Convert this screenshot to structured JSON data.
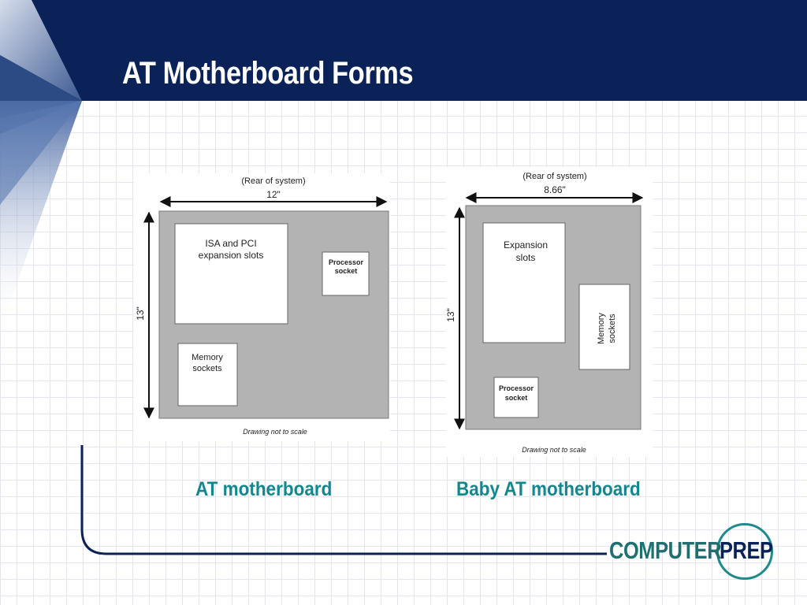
{
  "slide": {
    "title": "AT Motherboard Forms"
  },
  "colors": {
    "header": "#0b2259",
    "caption": "#14878e",
    "board_fill": "#b3b3b3",
    "logo_teal": "#1f6f70",
    "logo_navy": "#0b2259"
  },
  "diagrams": {
    "at": {
      "rear_label": "(Rear of system)",
      "width_label": "12\"",
      "height_label": "13\"",
      "slots_line1": "ISA and PCI",
      "slots_line2": "expansion slots",
      "processor_line1": "Processor",
      "processor_line2": "socket",
      "memory_line1": "Memory",
      "memory_line2": "sockets",
      "note": "Drawing not to scale",
      "caption": "AT motherboard"
    },
    "baby_at": {
      "rear_label": "(Rear of system)",
      "width_label": "8.66\"",
      "height_label": "13\"",
      "slots_line1": "Expansion",
      "slots_line2": "slots",
      "memory_line1": "Memory",
      "memory_line2": "sockets",
      "processor_line1": "Processor",
      "processor_line2": "socket",
      "note": "Drawing not to scale",
      "caption": "Baby AT motherboard"
    }
  },
  "logo": {
    "word1": "COMPUTER",
    "word2": "PREP"
  }
}
